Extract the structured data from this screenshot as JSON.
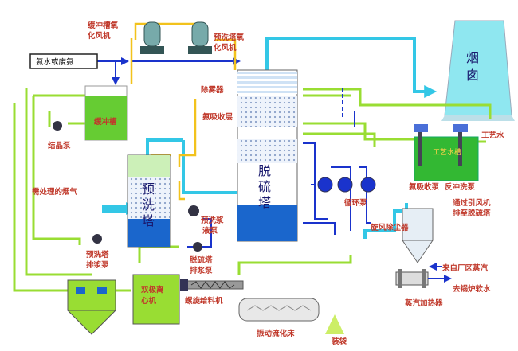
{
  "labels": {
    "buffer_blower": [
      "缓冲槽氧",
      "化风机"
    ],
    "prewash_blower": [
      "预洗塔氧",
      "化风机"
    ],
    "ammonia_gas": "氨水或废氨",
    "buffer_tank": "缓冲槽",
    "crystal_pump": "结晶泵",
    "demister": "除雾器",
    "ammonia_absorb": "氨吸收层",
    "desulf_tower": [
      "脱",
      "硫",
      "塔"
    ],
    "prewash_tower": [
      "预",
      "洗",
      "塔"
    ],
    "flue_gas_in": "需处理的烟气",
    "chimney": [
      "烟",
      "囱"
    ],
    "process_water": "工艺水",
    "process_tank": "工艺水槽",
    "ammonia_pump": "氨吸收泵",
    "backwash_pump": "反冲洗泵",
    "circ_pump": "循环泵",
    "prewash_slurry_pump": [
      "预洗浆",
      "液泵"
    ],
    "prewash_drain_pump": [
      "预洗塔",
      "排浆泵"
    ],
    "desulf_drain_pump": [
      "脱硫塔",
      "排浆泵"
    ],
    "cyclone": "旋风除尘器",
    "to_desulf": [
      "通过引风机",
      "排至脱硫塔"
    ],
    "steam_in": "来自厂区蒸汽",
    "boiler_water": "去锅炉软水",
    "steam_heater": "蒸汽加热器",
    "centrifuge": [
      "双极离",
      "心机"
    ],
    "screw_feeder": "螺旋给料机",
    "fluid_bed": "振动流化床",
    "bagging": "装袋"
  },
  "colors": {
    "cyan": "#33c7e6",
    "blue": "#1a33cc",
    "green": "#99dd33",
    "yellow": "#f2c21c",
    "tank_green": "#66cc33",
    "label_red": "#c0392b"
  }
}
